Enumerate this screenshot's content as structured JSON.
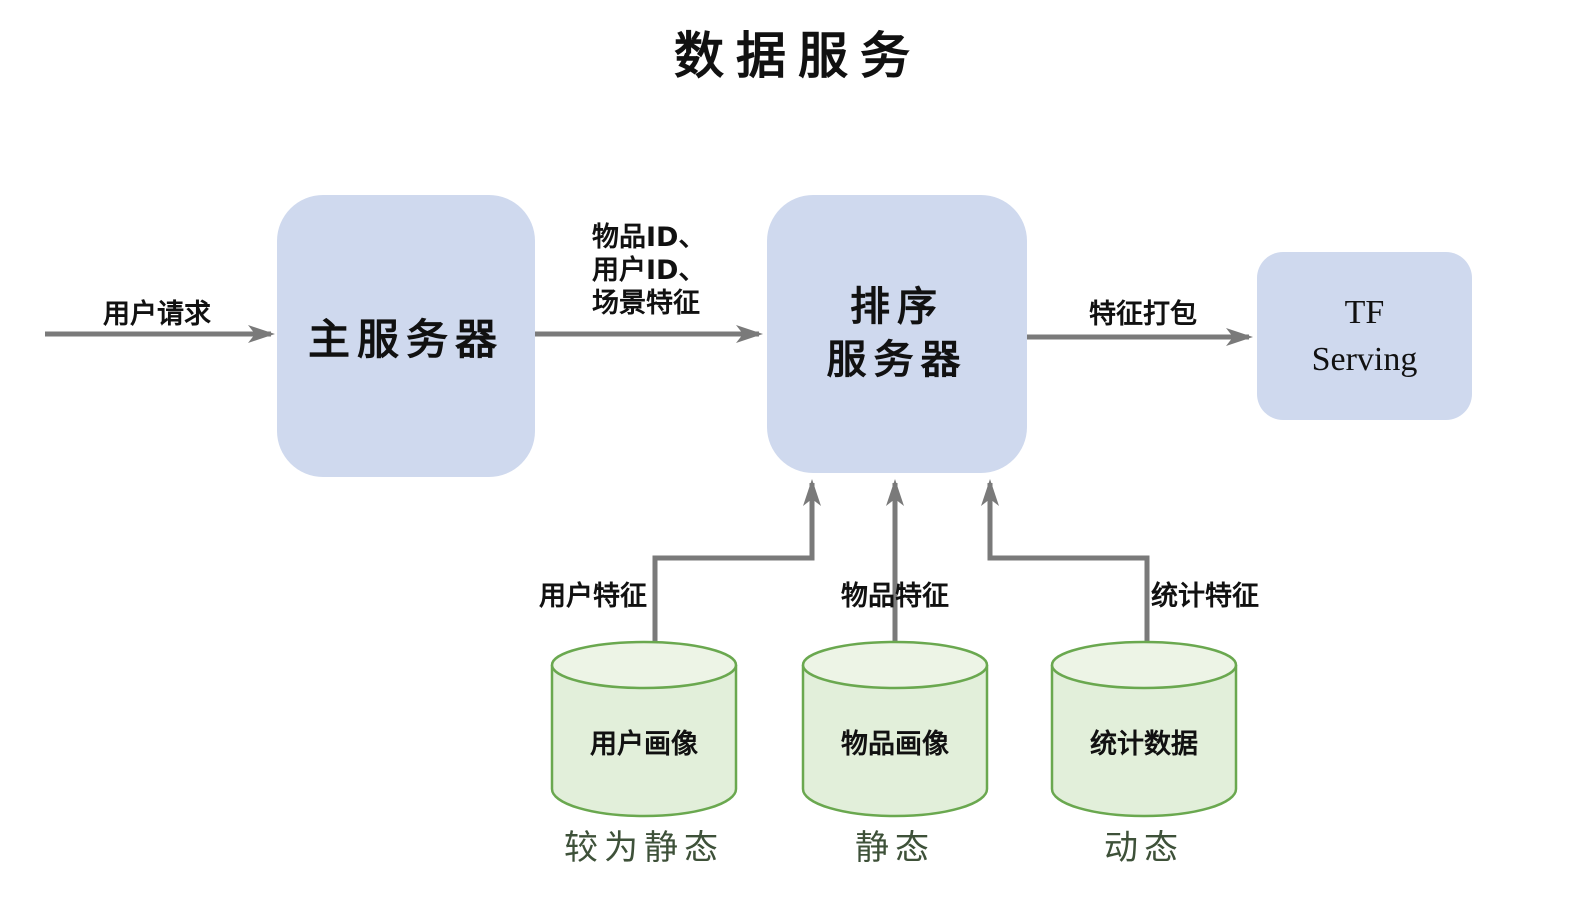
{
  "title": "数据服务",
  "colors": {
    "node_fill": "#cfd9ee",
    "db_fill": "#e2efda",
    "db_top_fill": "#edf4e6",
    "db_stroke": "#6aa84f",
    "arrow": "#7a7a7a",
    "category_text": "#3e5139",
    "text": "#111111"
  },
  "nodes": {
    "main_server": {
      "label": "主服务器"
    },
    "ranking_server": {
      "lines": [
        "排序",
        "服务器"
      ]
    },
    "tf_serving": {
      "lines": [
        "TF",
        "Serving"
      ]
    }
  },
  "edges": {
    "user_request": {
      "label": "用户请求"
    },
    "item_user_scene": {
      "lines": [
        "物品ID、",
        "用户ID、",
        "场景特征"
      ]
    },
    "feature_pack": {
      "label": "特征打包"
    },
    "user_features": {
      "label": "用户特征"
    },
    "item_features": {
      "label": "物品特征"
    },
    "stat_features": {
      "label": "统计特征"
    }
  },
  "databases": [
    {
      "name": "用户画像",
      "nature": "较为静态"
    },
    {
      "name": "物品画像",
      "nature": "静态"
    },
    {
      "name": "统计数据",
      "nature": "动态"
    }
  ]
}
